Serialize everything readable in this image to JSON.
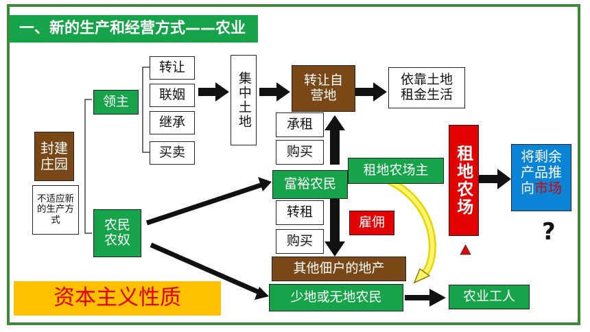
{
  "header": {
    "title": "一、新的生产和经营方式——农业"
  },
  "manor": {
    "label": "封建庄园",
    "note": "不适应新的生产方式"
  },
  "lord": {
    "label": "领主"
  },
  "lord_methods": [
    "转让",
    "联姻",
    "继承",
    "买卖"
  ],
  "concentrate": {
    "label": "集中土地"
  },
  "self_run": {
    "label": "转让自营地"
  },
  "rent_life": {
    "label": "依靠土地租金生活"
  },
  "peasants": {
    "label": "农民农奴"
  },
  "rich_methods": [
    "承租",
    "购买"
  ],
  "rich_peasant": {
    "label": "富裕农民"
  },
  "tenant_farmer": {
    "label": "租地农场主"
  },
  "rented_farm": {
    "label": "租地农场"
  },
  "surplus": {
    "prefix": "将剩余产品推向",
    "highlight": "市场"
  },
  "question": "?",
  "other_methods": [
    "转租",
    "购买"
  ],
  "hire": {
    "label": "雇佣"
  },
  "other_property": {
    "label": "其他佃户的地产"
  },
  "landless": {
    "label": "少地或无地农民"
  },
  "farm_worker": {
    "label": "农业工人"
  },
  "nature": {
    "label": "资本主义性质"
  },
  "colors": {
    "green": "#17a34a",
    "brown": "#7a4717",
    "red": "#e20000",
    "blue": "#0a84d6",
    "gold": "#ffc000"
  }
}
